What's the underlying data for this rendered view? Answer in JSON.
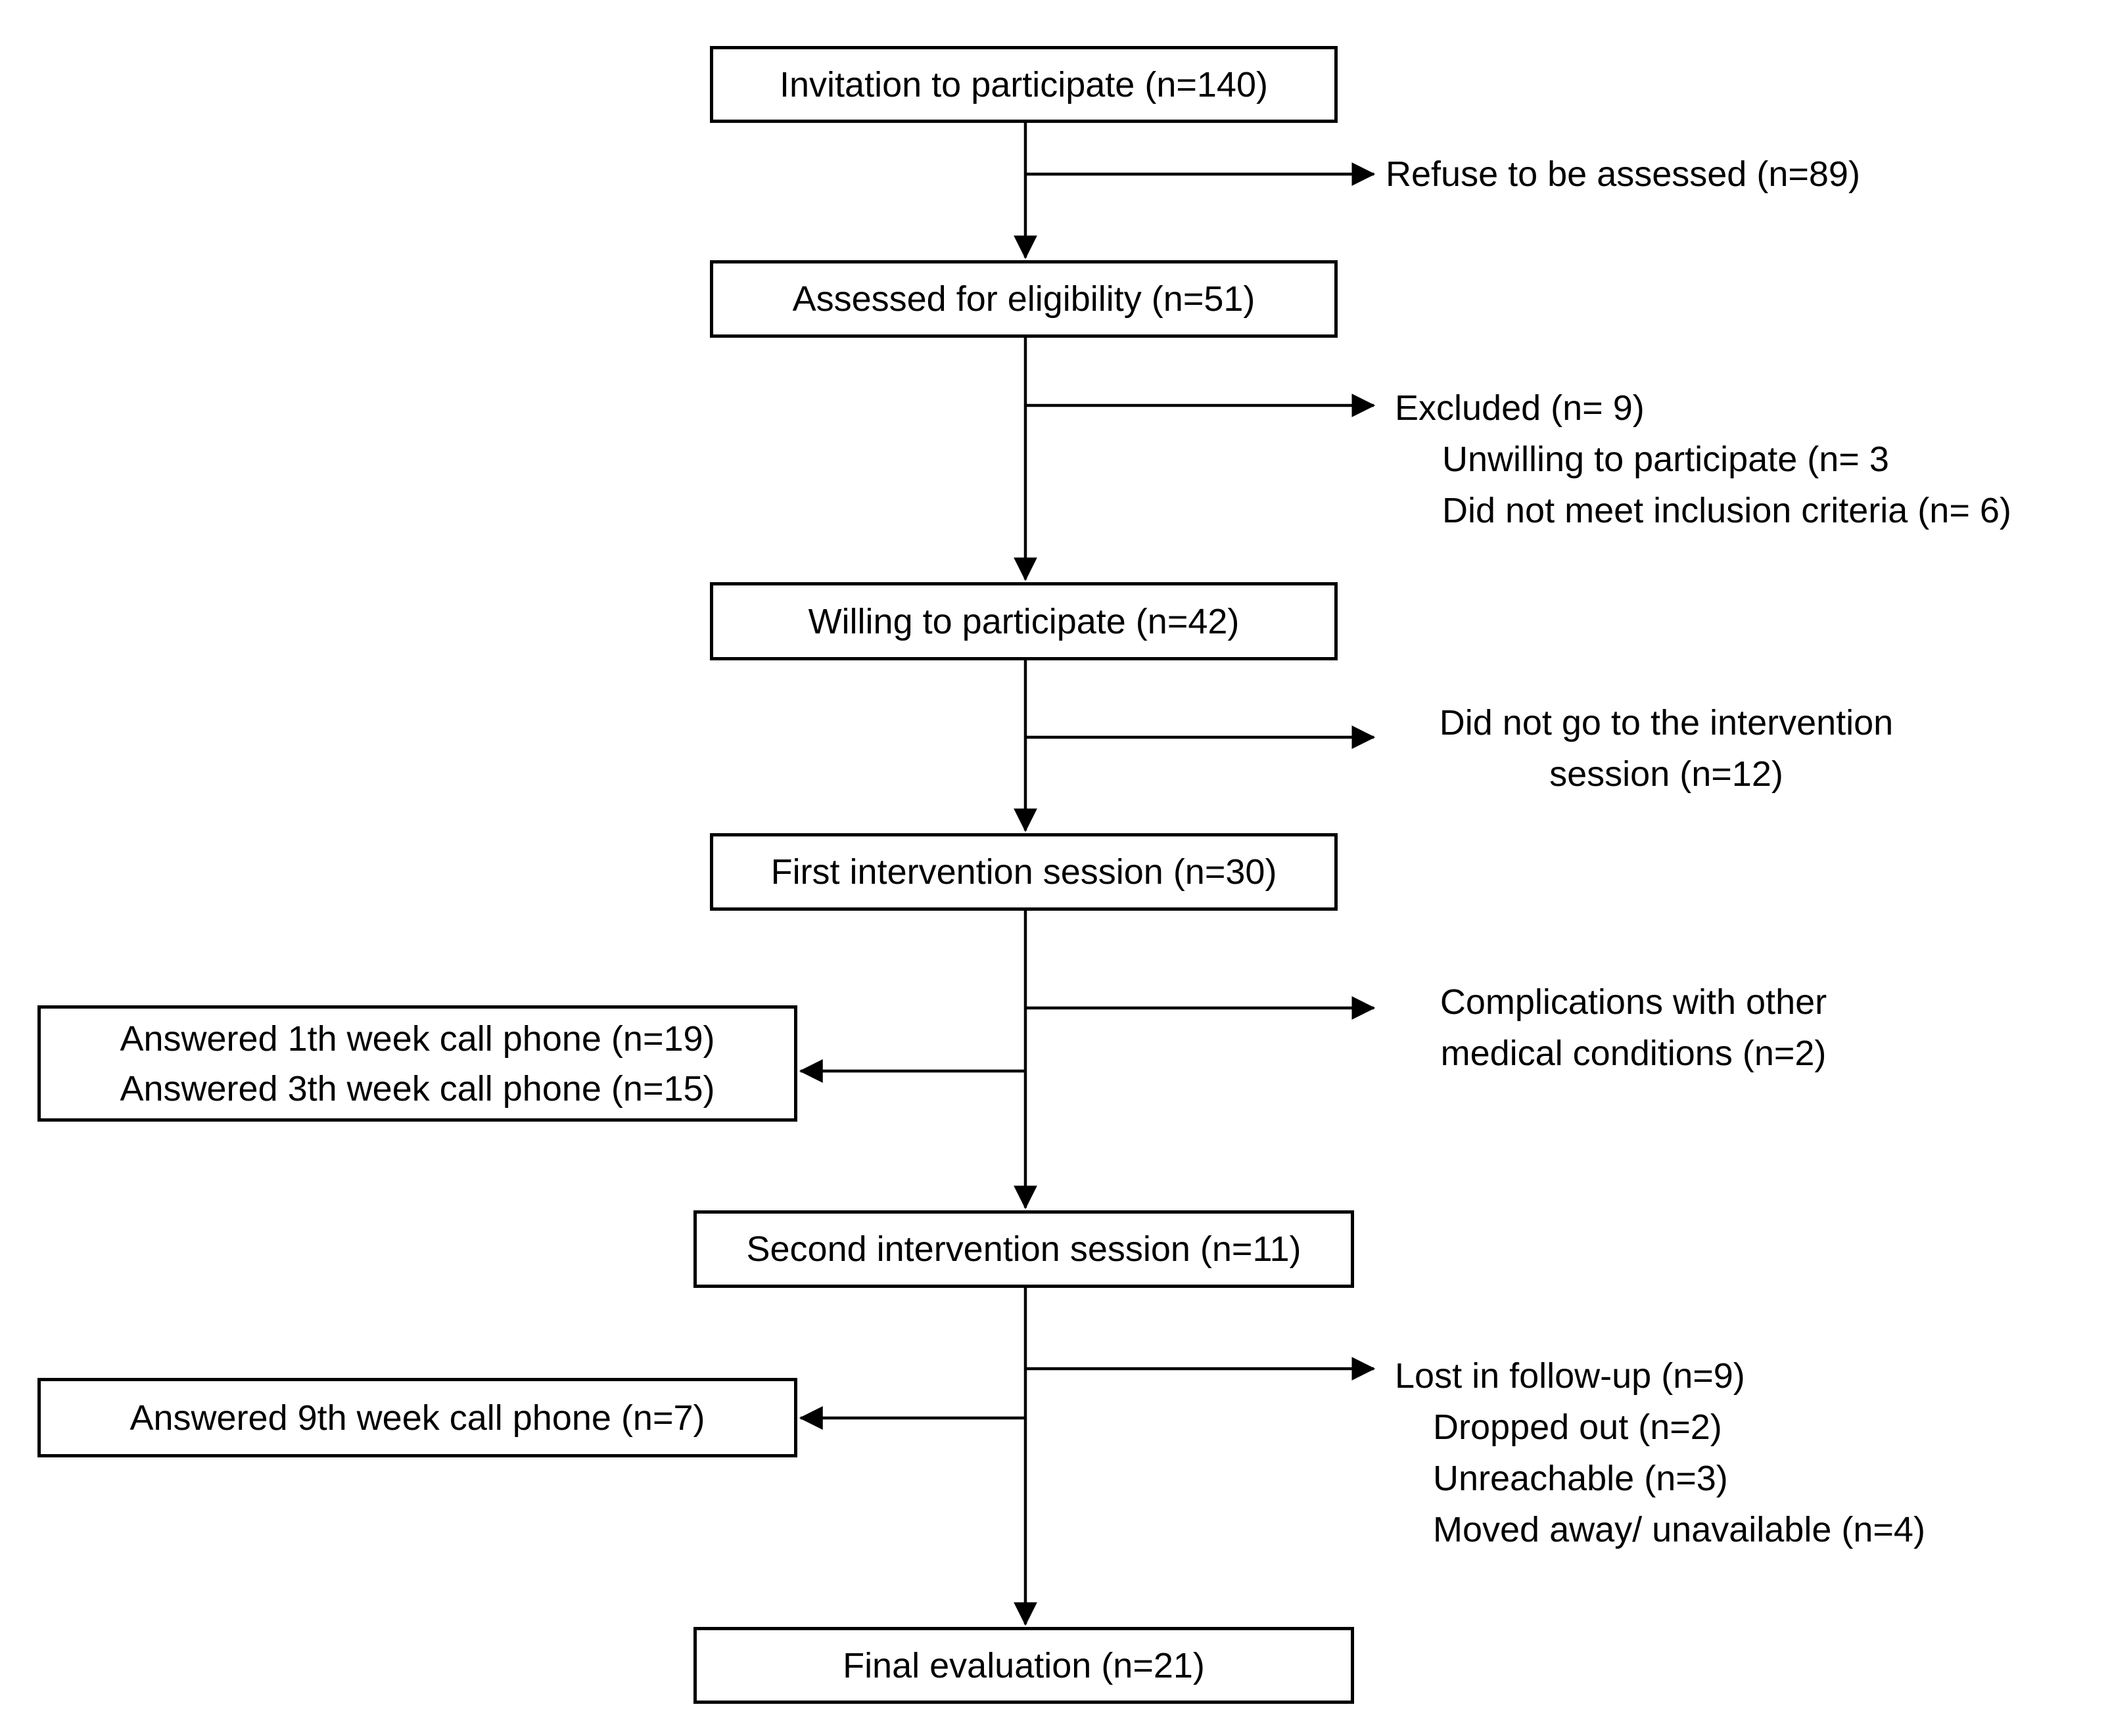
{
  "flow": {
    "steps": [
      "Invitation to participate (n=140)",
      "Assessed for eligibility (n=51)",
      "Willing to participate (n=42)",
      "First intervention session (n=30)",
      "Second intervention session (n=11)",
      "Final evaluation (n=21)"
    ],
    "side_boxes": {
      "phone_calls_1": [
        "Answered 1th week call phone (n=19)",
        "Answered 3th week call phone (n=15)"
      ],
      "phone_calls_2": [
        "Answered 9th week call phone (n=7)"
      ]
    },
    "exclusions": {
      "refused": "Refuse to be assessed (n=89)",
      "excluded": {
        "title": "Excluded (n= 9)",
        "items": [
          "Unwilling to participate (n= 3",
          "Did not meet inclusion criteria (n= 6)"
        ]
      },
      "no_show": [
        "Did not go to the intervention",
        "session (n=12)"
      ],
      "complications": [
        "Complications with other",
        "medical conditions (n=2)"
      ],
      "lost": {
        "title": "Lost in follow-up (n=9)",
        "items": [
          "Dropped out (n=2)",
          "Unreachable (n=3)",
          "Moved away/ unavailable (n=4)"
        ]
      }
    }
  }
}
